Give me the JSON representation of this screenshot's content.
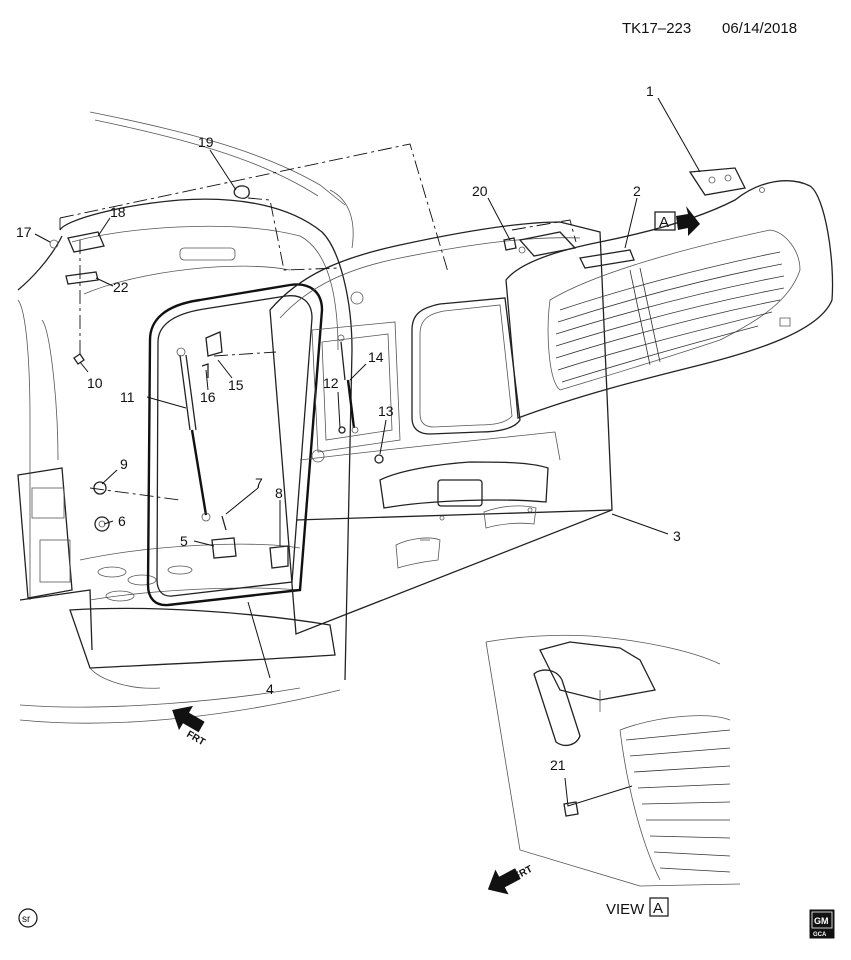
{
  "header": {
    "drawing_id": "TK17–223",
    "date": "06/14/2018"
  },
  "callouts": [
    {
      "id": "c1",
      "text": "1"
    },
    {
      "id": "c2",
      "text": "2"
    },
    {
      "id": "c3",
      "text": "3"
    },
    {
      "id": "c4",
      "text": "4"
    },
    {
      "id": "c5",
      "text": "5"
    },
    {
      "id": "c6",
      "text": "6"
    },
    {
      "id": "c7",
      "text": "7"
    },
    {
      "id": "c8",
      "text": "8"
    },
    {
      "id": "c9",
      "text": "9"
    },
    {
      "id": "c10",
      "text": "10"
    },
    {
      "id": "c11",
      "text": "11"
    },
    {
      "id": "c12",
      "text": "12"
    },
    {
      "id": "c13",
      "text": "13"
    },
    {
      "id": "c14",
      "text": "14"
    },
    {
      "id": "c15",
      "text": "15"
    },
    {
      "id": "c16",
      "text": "16"
    },
    {
      "id": "c17",
      "text": "17"
    },
    {
      "id": "c18",
      "text": "18"
    },
    {
      "id": "c19",
      "text": "19"
    },
    {
      "id": "c20",
      "text": "20"
    },
    {
      "id": "c21",
      "text": "21"
    },
    {
      "id": "c22",
      "text": "22"
    }
  ],
  "view_reference": {
    "view_word": "VIEW",
    "view_letter": "A",
    "arrow_letter": "A"
  },
  "direction_marker": {
    "text": "FRT"
  },
  "footer": {
    "sr_symbol": "sr",
    "gm_logo_top": "GM",
    "gm_logo_bottom": "GCA"
  }
}
